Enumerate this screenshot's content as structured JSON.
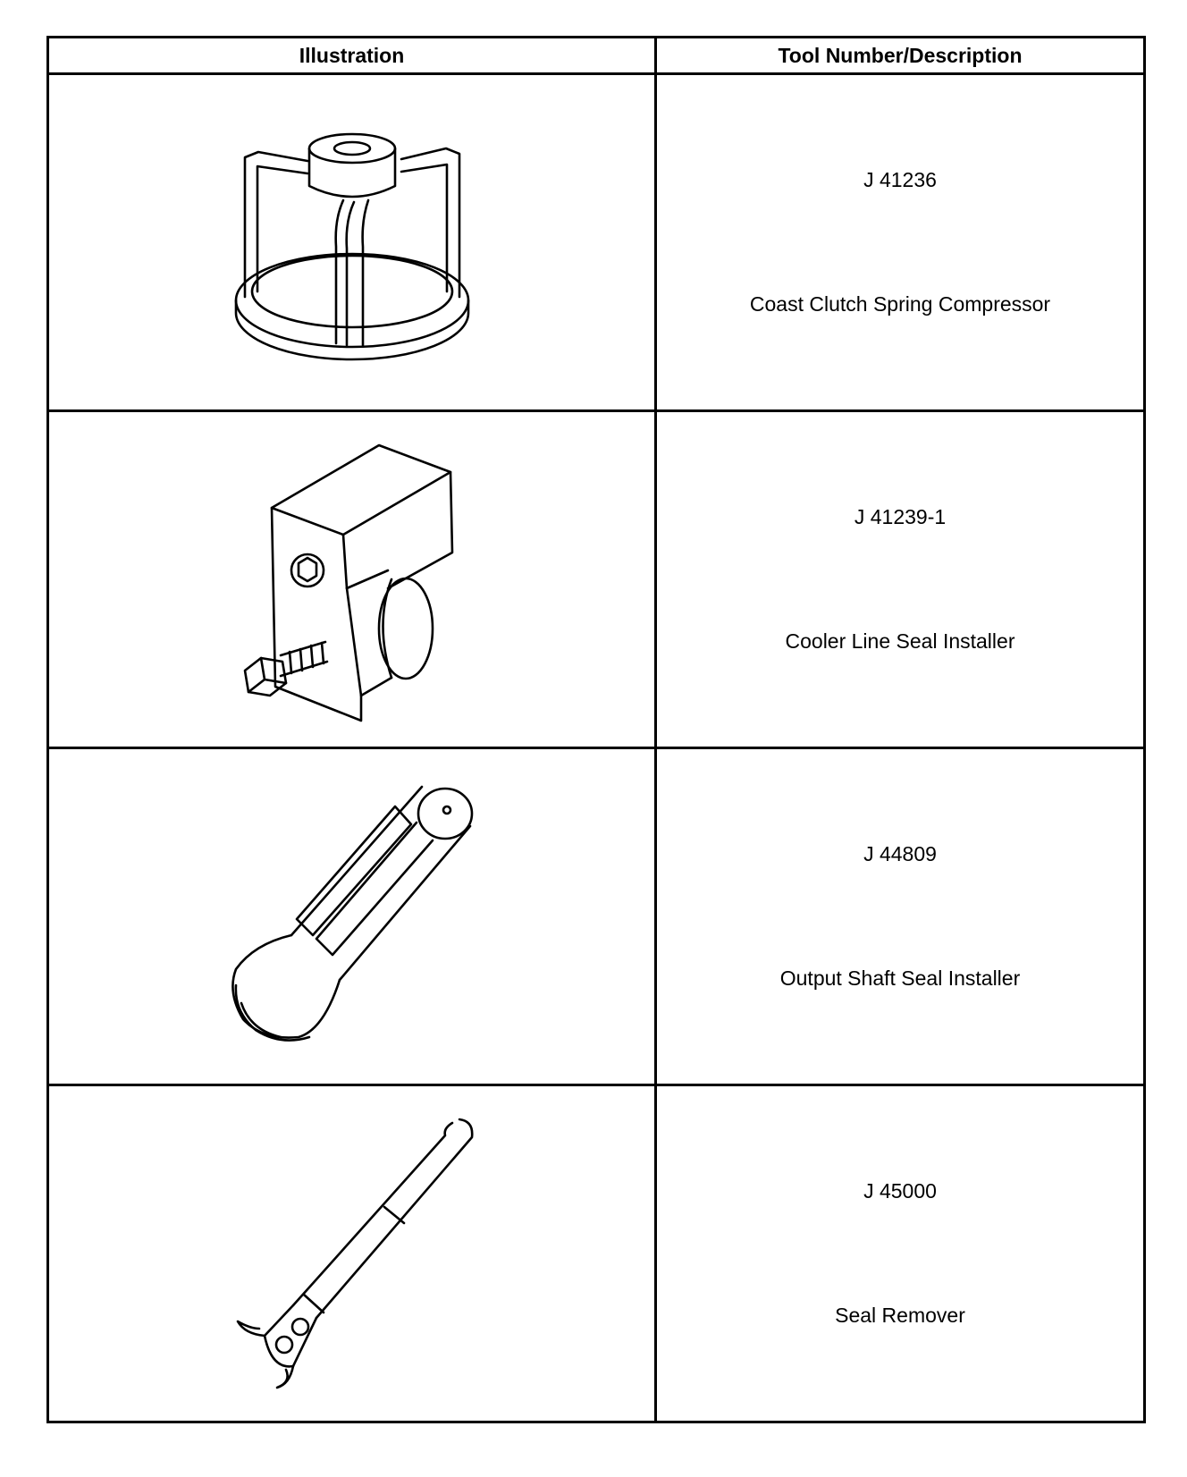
{
  "table": {
    "headers": [
      "Illustration",
      "Tool Number/Description"
    ],
    "rows": [
      {
        "tool_number": "J 41236",
        "description": "Coast Clutch Spring Compressor",
        "icon": "spring-compressor-icon"
      },
      {
        "tool_number": "J 41239-1",
        "description": "Cooler Line Seal Installer",
        "icon": "seal-installer-block-icon"
      },
      {
        "tool_number": "J 44809",
        "description": "Output Shaft Seal Installer",
        "icon": "shaft-seal-installer-icon"
      },
      {
        "tool_number": "J 45000",
        "description": "Seal Remover",
        "icon": "seal-remover-hook-icon"
      }
    ]
  }
}
